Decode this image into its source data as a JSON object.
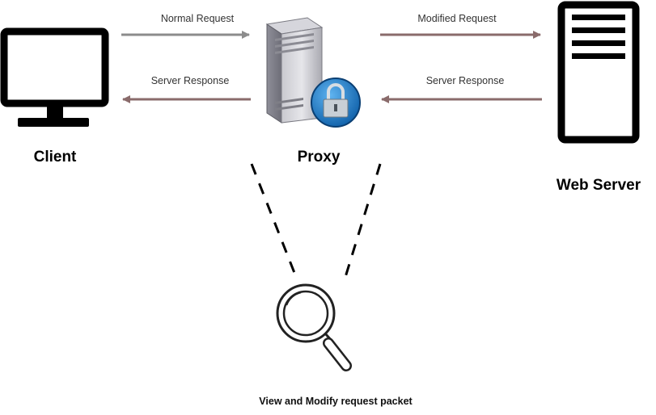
{
  "nodes": {
    "client": {
      "label": "Client",
      "icon": "monitor-icon"
    },
    "proxy": {
      "label": "Proxy",
      "icon": "proxy-server-lock-icon"
    },
    "web_server": {
      "label": "Web Server",
      "icon": "server-icon"
    }
  },
  "edges": {
    "normal_request": {
      "label": "Normal Request",
      "color": "#8c8c8c"
    },
    "modified_request": {
      "label": "Modified Request",
      "color": "#8a6b6b"
    },
    "client_response": {
      "label": "Server Response",
      "color": "#8a6b6b"
    },
    "proxy_response": {
      "label": "Server Response",
      "color": "#8a6b6b"
    }
  },
  "inspection": {
    "icon": "magnifier-icon",
    "caption": "View and Modify request packet"
  }
}
